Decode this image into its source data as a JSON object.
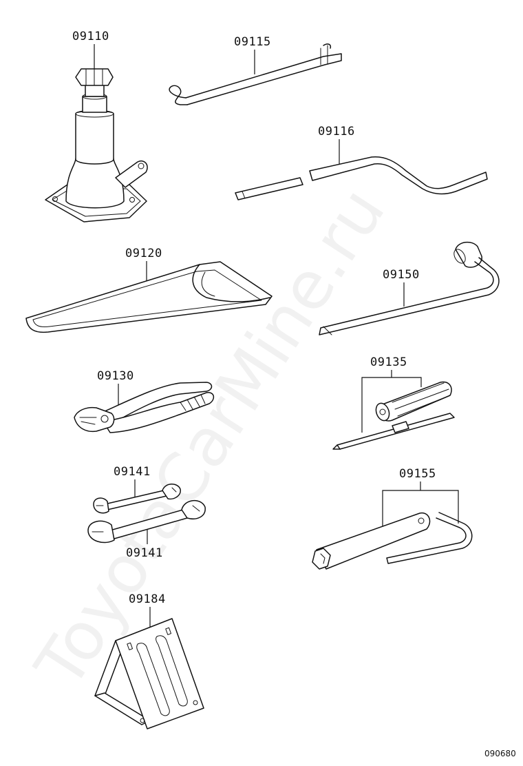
{
  "watermark": "ToyotaCarMine.ru",
  "figure_code": "090680",
  "parts": [
    {
      "id": "jack",
      "label": "09110"
    },
    {
      "id": "jack-handle",
      "label": "09115"
    },
    {
      "id": "jack-handle-extension",
      "label": "09116"
    },
    {
      "id": "tool-bag",
      "label": "09120"
    },
    {
      "id": "pliers",
      "label": "09130"
    },
    {
      "id": "screwdriver",
      "label": "09135"
    },
    {
      "id": "wrench-small",
      "label": "09141"
    },
    {
      "id": "wrench-large",
      "label": "09141"
    },
    {
      "id": "wheel-nut-wrench",
      "label": "09150"
    },
    {
      "id": "box-wrench",
      "label": "09155"
    },
    {
      "id": "wheel-chock",
      "label": "09184"
    }
  ]
}
